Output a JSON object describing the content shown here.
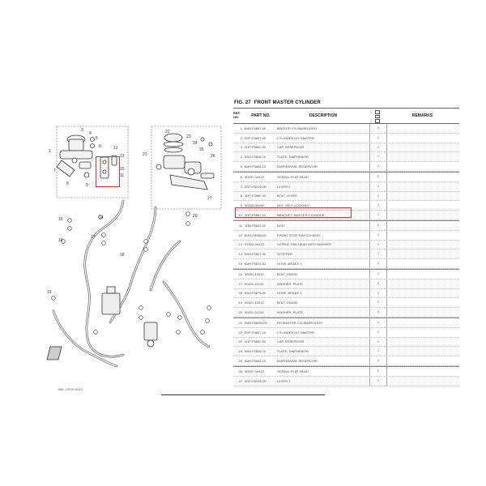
{
  "figure": {
    "number": "FIG. 27",
    "title": "FRONT MASTER CYLINDER",
    "code": "BAL-13OH-A013"
  },
  "table": {
    "headers": {
      "ref": "REF. NO.",
      "part": "PART NO.",
      "desc": "DESCRIPTION",
      "remarks": "REMARKS"
    },
    "rows": [
      {
        "ref": "1",
        "part": "B4H-F5807-00",
        "desc": "MASTER CYLINDER ASSY",
        "qty": "1"
      },
      {
        "ref": "2",
        "part": "2DP-F5807-00",
        "desc": "CYLINDER KIT, MASTER",
        "qty": "1"
      },
      {
        "ref": "3",
        "part": "2DP-F5852-00",
        "desc": "CAP, RESERVOIR",
        "qty": "1"
      },
      {
        "ref": "4",
        "part": "B4H-F5806-10",
        "desc": "PLATE, DIAPHRAGM",
        "qty": "1"
      },
      {
        "ref": "5",
        "part": "B4H-F5854-10",
        "desc": "DIAPHRAGM, RESERVOIR",
        "qty": "1"
      },
      {
        "ref": "6",
        "part": "90157-04X12",
        "desc": "SCREW, PLAT HEAD",
        "qty": "2"
      },
      {
        "ref": "7",
        "part": "2DP-H3922-00",
        "desc": "LEVER 2",
        "qty": "1"
      },
      {
        "ref": "8",
        "part": "2DP-F396F-00",
        "desc": "BOLT, LEVER",
        "qty": "1"
      },
      {
        "ref": "9",
        "part": "90183-06106",
        "desc": "NUT, SELF-LOCKING",
        "qty": "1"
      },
      {
        "ref": "10",
        "part": "2DP-F5867-10",
        "desc": "BRACKET, MASTER CYLINDER",
        "qty": "1"
      },
      {
        "ref": "11",
        "part": "1DB-F5832-00",
        "desc": "BOLT",
        "qty": "2"
      },
      {
        "ref": "12",
        "part": "B4H-H3980-00",
        "desc": "FRONT STOP SWITCH ASSY",
        "qty": "1"
      },
      {
        "ref": "13",
        "part": "97802-04X12",
        "desc": "SCREW, PAN HEAD WITH WASHER",
        "qty": "1"
      },
      {
        "ref": "14",
        "part": "B4H-F5807-00",
        "desc": "STOPPER",
        "qty": "1"
      },
      {
        "ref": "15",
        "part": "B4H-F5872-00",
        "desc": "HOSE, BRAKE 1",
        "qty": "1"
      },
      {
        "ref": "16",
        "part": "90401-10012",
        "desc": "BOLT, UNION",
        "qty": "1"
      },
      {
        "ref": "17",
        "part": "90201-10119",
        "desc": "WASHER, PLATE",
        "qty": "2"
      },
      {
        "ref": "18",
        "part": "B4H-F5878-00",
        "desc": "HOSE, BRAKE 3",
        "qty": "1"
      },
      {
        "ref": "19",
        "part": "90401-10013",
        "desc": "BOLT, UNION",
        "qty": "2"
      },
      {
        "ref": "20",
        "part": "90201-10119",
        "desc": "WASHER, PLATE",
        "qty": "4"
      },
      {
        "ref": "21",
        "part": "B4H-F583W-00",
        "desc": "RH MASTER CYLINDER ASSY",
        "qty": "1"
      },
      {
        "ref": "22",
        "part": "2DP-F5807-10",
        "desc": "CYLINDER KIT, MASTER",
        "qty": "1"
      },
      {
        "ref": "23",
        "part": "2DP-F5852-00",
        "desc": "CAP, RESERVOIR",
        "qty": "1"
      },
      {
        "ref": "24",
        "part": "B4H-F5806-10",
        "desc": "PLATE, DIAPHRAGM",
        "qty": "1"
      },
      {
        "ref": "25",
        "part": "B4H-F5854-10",
        "desc": "DIAPHRAGM, RESERVOIR",
        "qty": "1"
      },
      {
        "ref": "26",
        "part": "90157-04X12",
        "desc": "SCREW, PLAT HEAD",
        "qty": "2"
      },
      {
        "ref": "27",
        "part": "2DP-H3912-00",
        "desc": "LEVER 1",
        "qty": "1"
      }
    ]
  },
  "callouts": [
    "1",
    "3",
    "4",
    "5",
    "6",
    "7",
    "8",
    "9",
    "10",
    "11",
    "12",
    "13",
    "14",
    "15",
    "16",
    "17",
    "18",
    "19",
    "20",
    "21",
    "22",
    "23",
    "24",
    "25",
    "26",
    "27"
  ],
  "highlight_color": "#e0303a",
  "highlighted_ref": "10"
}
